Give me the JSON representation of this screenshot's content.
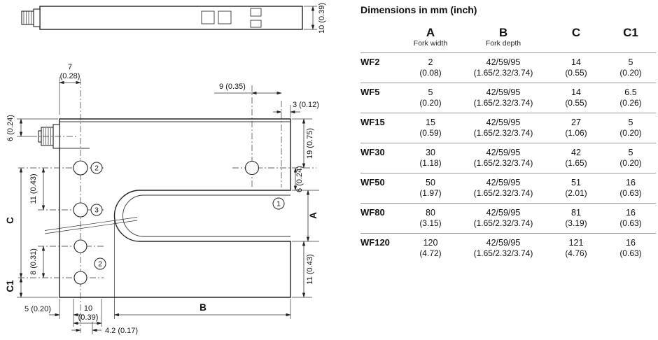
{
  "drawing": {
    "labels": {
      "top_height": "10 (0.39)",
      "d7_mm": "7",
      "d7_in": "(0.28)",
      "d9": "9 (0.35)",
      "d3": "3 (0.12)",
      "d6_left": "6 (0.24)",
      "d19": "19 (0.75)",
      "d6_right": "6 (0.24)",
      "d11_left": "11 (0.43)",
      "dC": "C",
      "d8": "8 (0.31)",
      "dC1": "C1",
      "dA": "A",
      "d11_right": "11 (0.43)",
      "dB": "B",
      "d5": "5 (0.20)",
      "d10_mm": "10",
      "d10_in": "(0.39)",
      "d42": "4.2 (0.17)"
    },
    "callouts": {
      "one": "1",
      "two": "2",
      "three": "3"
    }
  },
  "table": {
    "title": "Dimensions in mm (inch)",
    "col_a": "A",
    "col_a_sub": "Fork width",
    "col_b": "B",
    "col_b_sub": "Fork depth",
    "col_c": "C",
    "col_c1": "C1",
    "rows": [
      {
        "model": "WF2",
        "a": "2",
        "a_in": "(0.08)",
        "b": "42/59/95",
        "b_in": "(1.65/2.32/3.74)",
        "c": "14",
        "c_in": "(0.55)",
        "c1": "5",
        "c1_in": "(0.20)"
      },
      {
        "model": "WF5",
        "a": "5",
        "a_in": "(0.20)",
        "b": "42/59/95",
        "b_in": "(1.65/2.32/3.74)",
        "c": "14",
        "c_in": "(0.55)",
        "c1": "6.5",
        "c1_in": "(0.26)"
      },
      {
        "model": "WF15",
        "a": "15",
        "a_in": "(0.59)",
        "b": "42/59/95",
        "b_in": "(1.65/2.32/3.74)",
        "c": "27",
        "c_in": "(1.06)",
        "c1": "5",
        "c1_in": "(0.20)"
      },
      {
        "model": "WF30",
        "a": "30",
        "a_in": "(1.18)",
        "b": "42/59/95",
        "b_in": "(1.65/2.32/3.74)",
        "c": "42",
        "c_in": "(1.65)",
        "c1": "5",
        "c1_in": "(0.20)"
      },
      {
        "model": "WF50",
        "a": "50",
        "a_in": "(1.97)",
        "b": "42/59/95",
        "b_in": "(1.65/2.32/3.74)",
        "c": "51",
        "c_in": "(2.01)",
        "c1": "16",
        "c1_in": "(0.63)"
      },
      {
        "model": "WF80",
        "a": "80",
        "a_in": "(3.15)",
        "b": "42/59/95",
        "b_in": "(1.65/2.32/3.74)",
        "c": "81",
        "c_in": "(3.19)",
        "c1": "16",
        "c1_in": "(0.63)"
      },
      {
        "model": "WF120",
        "a": "120",
        "a_in": "(4.72)",
        "b": "42/59/95",
        "b_in": "(1.65/2.32/3.74)",
        "c": "121",
        "c_in": "(4.76)",
        "c1": "16",
        "c1_in": "(0.63)"
      }
    ]
  }
}
